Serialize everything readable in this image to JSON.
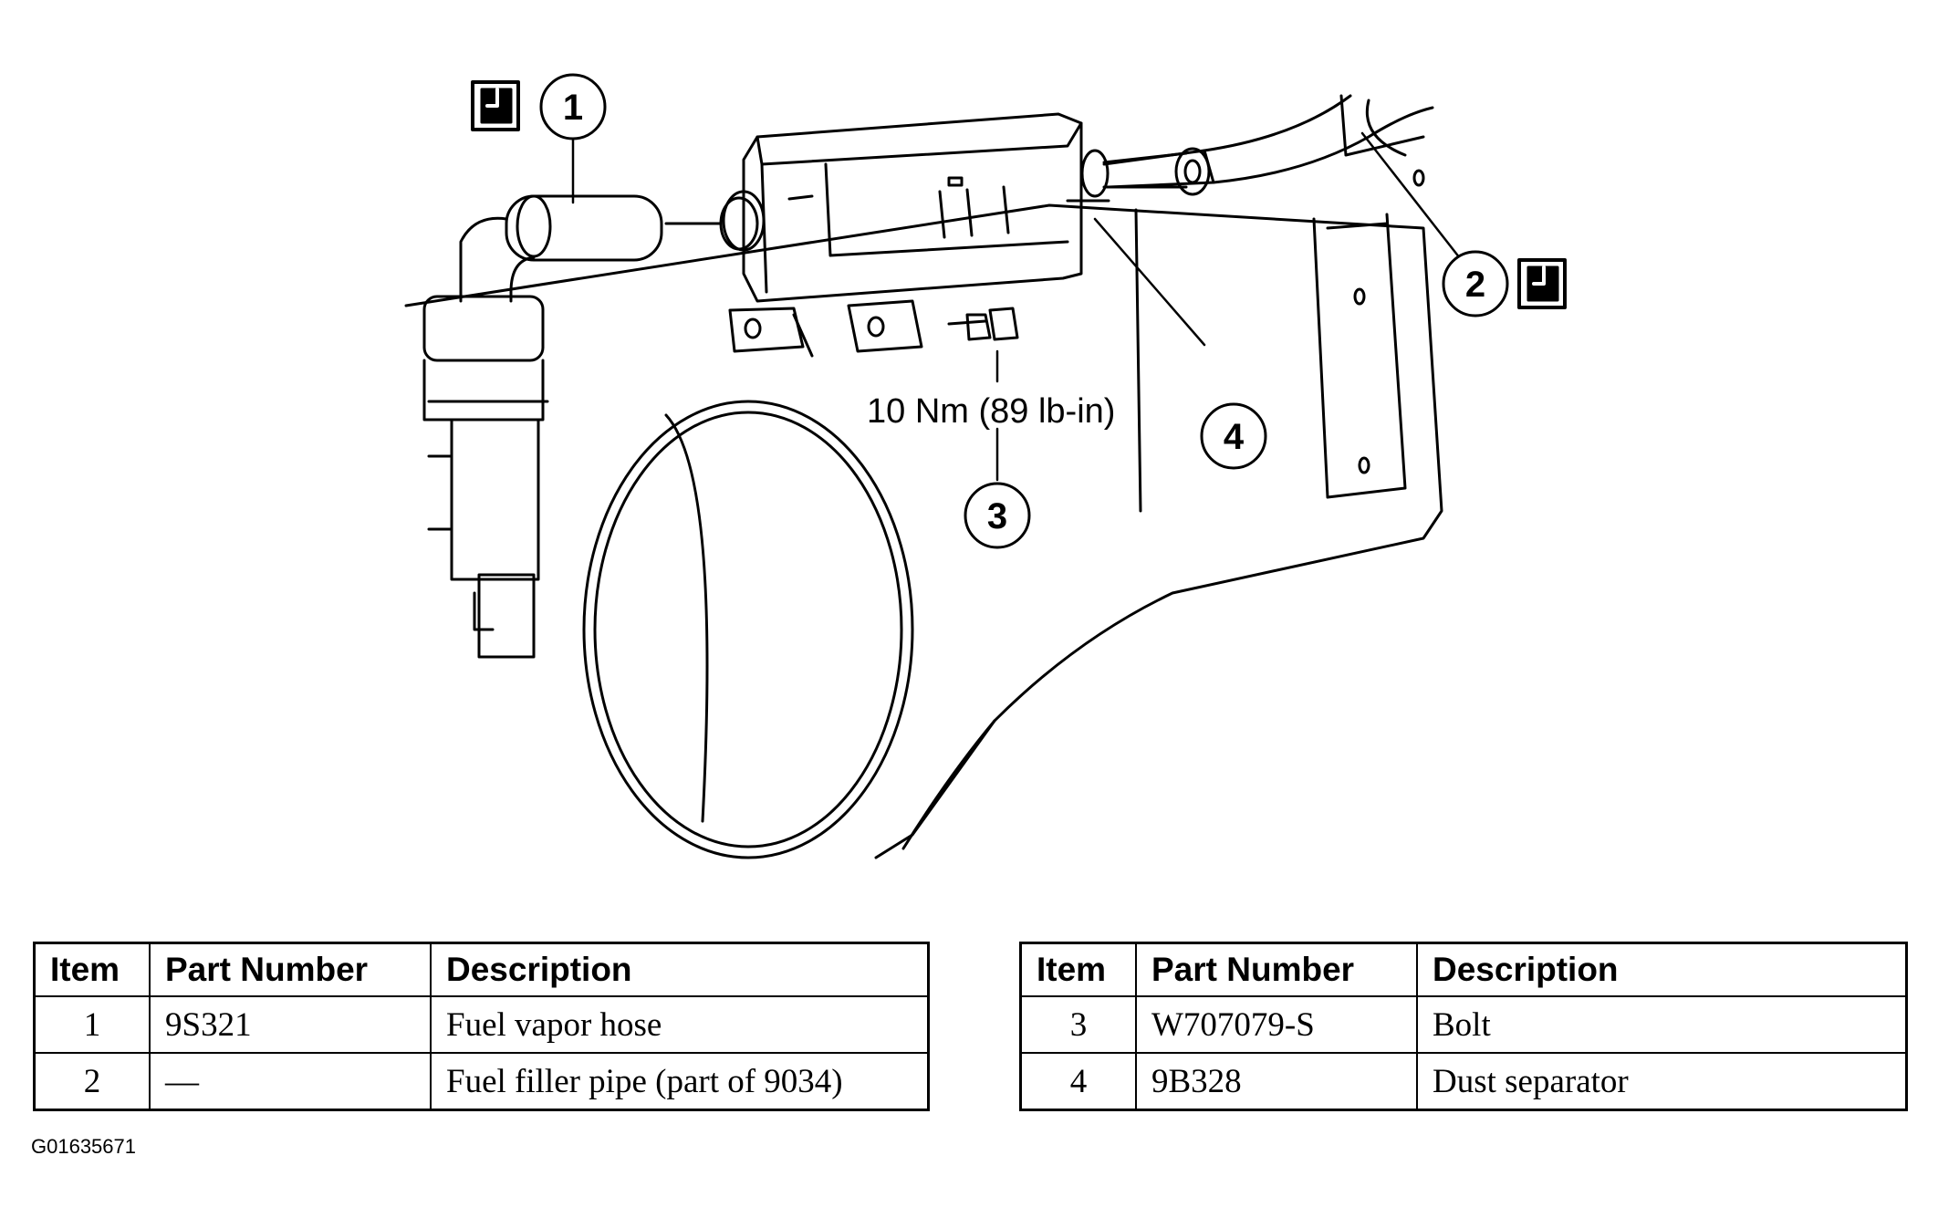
{
  "callouts": [
    "1",
    "2",
    "3",
    "4"
  ],
  "torque_label": "10 Nm (89 lb-in)",
  "tables": [
    {
      "headers": [
        "Item",
        "Part Number",
        "Description"
      ],
      "rows": [
        {
          "item": "1",
          "part_number": "9S321",
          "description": "Fuel vapor hose"
        },
        {
          "item": "2",
          "part_number": "—",
          "description": "Fuel filler pipe (part of 9034)"
        }
      ]
    },
    {
      "headers": [
        "Item",
        "Part Number",
        "Description"
      ],
      "rows": [
        {
          "item": "3",
          "part_number": "W707079-S",
          "description": "Bolt"
        },
        {
          "item": "4",
          "part_number": "9B328",
          "description": "Dust separator"
        }
      ]
    }
  ],
  "figure_id": "G01635671",
  "icons": [
    "service-manual-symbol-icon"
  ]
}
